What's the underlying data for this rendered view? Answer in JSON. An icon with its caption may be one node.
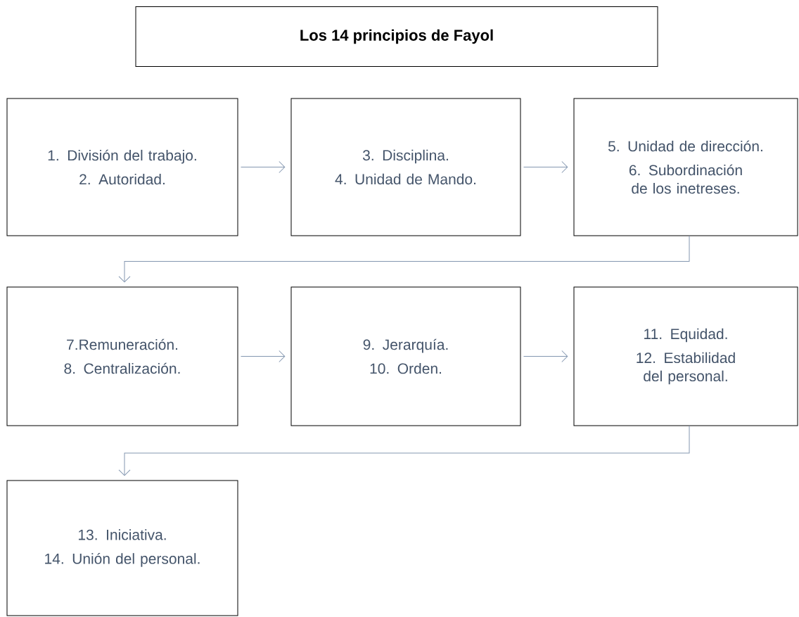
{
  "diagram": {
    "title": "Los 14 principios de Fayol",
    "nodes": [
      {
        "text": [
          "1. División del trabajo.",
          "2. Autoridad."
        ]
      },
      {
        "text": [
          "3. Disciplina.",
          "4. Unidad de Mando."
        ]
      },
      {
        "text": [
          "5. Unidad de dirección.",
          "6. Subordinación de los inetreses."
        ]
      },
      {
        "text": [
          "7.Remuneración.",
          "8. Centralización."
        ]
      },
      {
        "text": [
          "9. Jerarquía.",
          "10. Orden."
        ]
      },
      {
        "text": [
          "11. Equidad.",
          "12. Estabilidad del personal."
        ]
      },
      {
        "text": [
          "13. Iniciativa.",
          "14. Unión del personal."
        ]
      }
    ],
    "edges": [
      {
        "from": 0,
        "to": 1,
        "arrow": "to"
      },
      {
        "from": 1,
        "to": 2,
        "arrow": "to"
      },
      {
        "from": 2,
        "to": 3,
        "arrow": "to"
      },
      {
        "from": 3,
        "to": 4,
        "arrow": "to"
      },
      {
        "from": 4,
        "to": 5,
        "arrow": "to"
      },
      {
        "from": 5,
        "to": 6,
        "arrow": "to"
      }
    ]
  }
}
